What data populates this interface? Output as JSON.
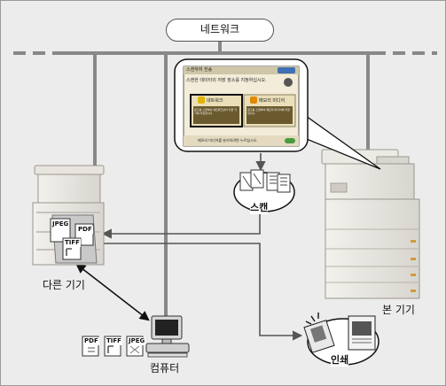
{
  "network_label": "네트워크",
  "other_device_label": "다른 기기",
  "this_device_label": "본 기기",
  "computer_label": "컴퓨터",
  "scan_label": "스캔",
  "print_label": "인쇄",
  "device_file_formats": [
    "JPEG",
    "PDF",
    "TIFF"
  ],
  "computer_file_formats": [
    "PDF",
    "TIFF",
    "JPEG"
  ],
  "panel": {
    "title": "스캔하여 전송",
    "instruction": "스캔한 데이터의 저장 장소를 지정하십시오.",
    "option_network": "네트워크",
    "option_memory": "메모리 미디어",
    "option_network_desc": "원고를 스캔하여 네트워크상의 다른 기기에 저장합니다.",
    "option_memory_desc": "원고를 스캔하여 메모리 미디어에 저장합니다.",
    "footer": "메모리 미디어를 분리하려면 누르십시오."
  }
}
